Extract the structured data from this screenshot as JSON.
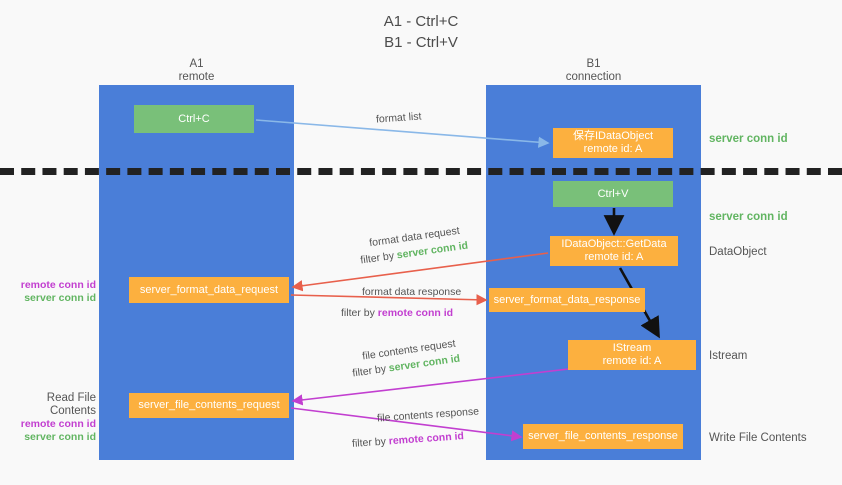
{
  "title": {
    "line1": "A1 - Ctrl+C",
    "line2": "B1 - Ctrl+V"
  },
  "lanes": [
    {
      "name": "A1",
      "sub": "remote"
    },
    {
      "name": "B1",
      "sub": "connection"
    }
  ],
  "boxes": {
    "ctrl_c": {
      "line1": "Ctrl+C",
      "line2": "",
      "color": "#79c079"
    },
    "save_idataobject": {
      "line1": "保存IDataObject",
      "line2": "remote id: A",
      "color": "#fcb03f"
    },
    "ctrl_v": {
      "line1": "Ctrl+V",
      "line2": "",
      "color": "#79c079"
    },
    "getdata": {
      "line1": "IDataObject::GetData",
      "line2": "remote id: A",
      "color": "#fcb03f"
    },
    "istream": {
      "line1": "IStream",
      "line2": "remote id: A",
      "color": "#fcb03f"
    },
    "format_data_request": {
      "line1": "server_format_data_request",
      "color": "#fcb03f"
    },
    "format_data_response": {
      "line1": "server_format_data_response",
      "color": "#fcb03f"
    },
    "file_contents_request": {
      "line1": "server_file_contents_request",
      "color": "#fcb03f"
    },
    "file_contents_response": {
      "line1": "server_file_contents_response",
      "color": "#fcb03f"
    }
  },
  "side_labels": {
    "server_conn_id_1": "server conn id",
    "server_conn_id_2": "server conn id",
    "dataobject": "DataObject",
    "istream": "Istream",
    "write_file_contents": "Write File Contents"
  },
  "left_labels": {
    "mid_remote": "remote conn id",
    "mid_server": "server conn id",
    "bottom_title": "Read File Contents",
    "bottom_remote": "remote conn id",
    "bottom_server": "server conn id"
  },
  "annotations": {
    "format_list": "format list",
    "format_data_request": "format data request",
    "format_data_request_filter_prefix": "filter by ",
    "format_data_request_filter_value": "server conn id",
    "format_data_response": "format data response",
    "format_data_response_filter_prefix": "filter by ",
    "format_data_response_filter_value": "remote conn id",
    "file_contents_request": "file contents request",
    "file_contents_request_filter_prefix": "filter by ",
    "file_contents_request_filter_value": "server conn id",
    "file_contents_response": "file contents response",
    "file_contents_response_filter_prefix": "filter by ",
    "file_contents_response_filter_value": "remote conn id"
  },
  "colors": {
    "lane": "#4a7ed8",
    "green": "#79c079",
    "orange": "#fcb03f",
    "remote": "#c23fd0",
    "server": "#62b562",
    "arrow_blue": "#8ab8e8",
    "arrow_red": "#e8604c",
    "arrow_magenta": "#c23fd0",
    "arrow_dark": "#111111",
    "separator": "#222222"
  }
}
